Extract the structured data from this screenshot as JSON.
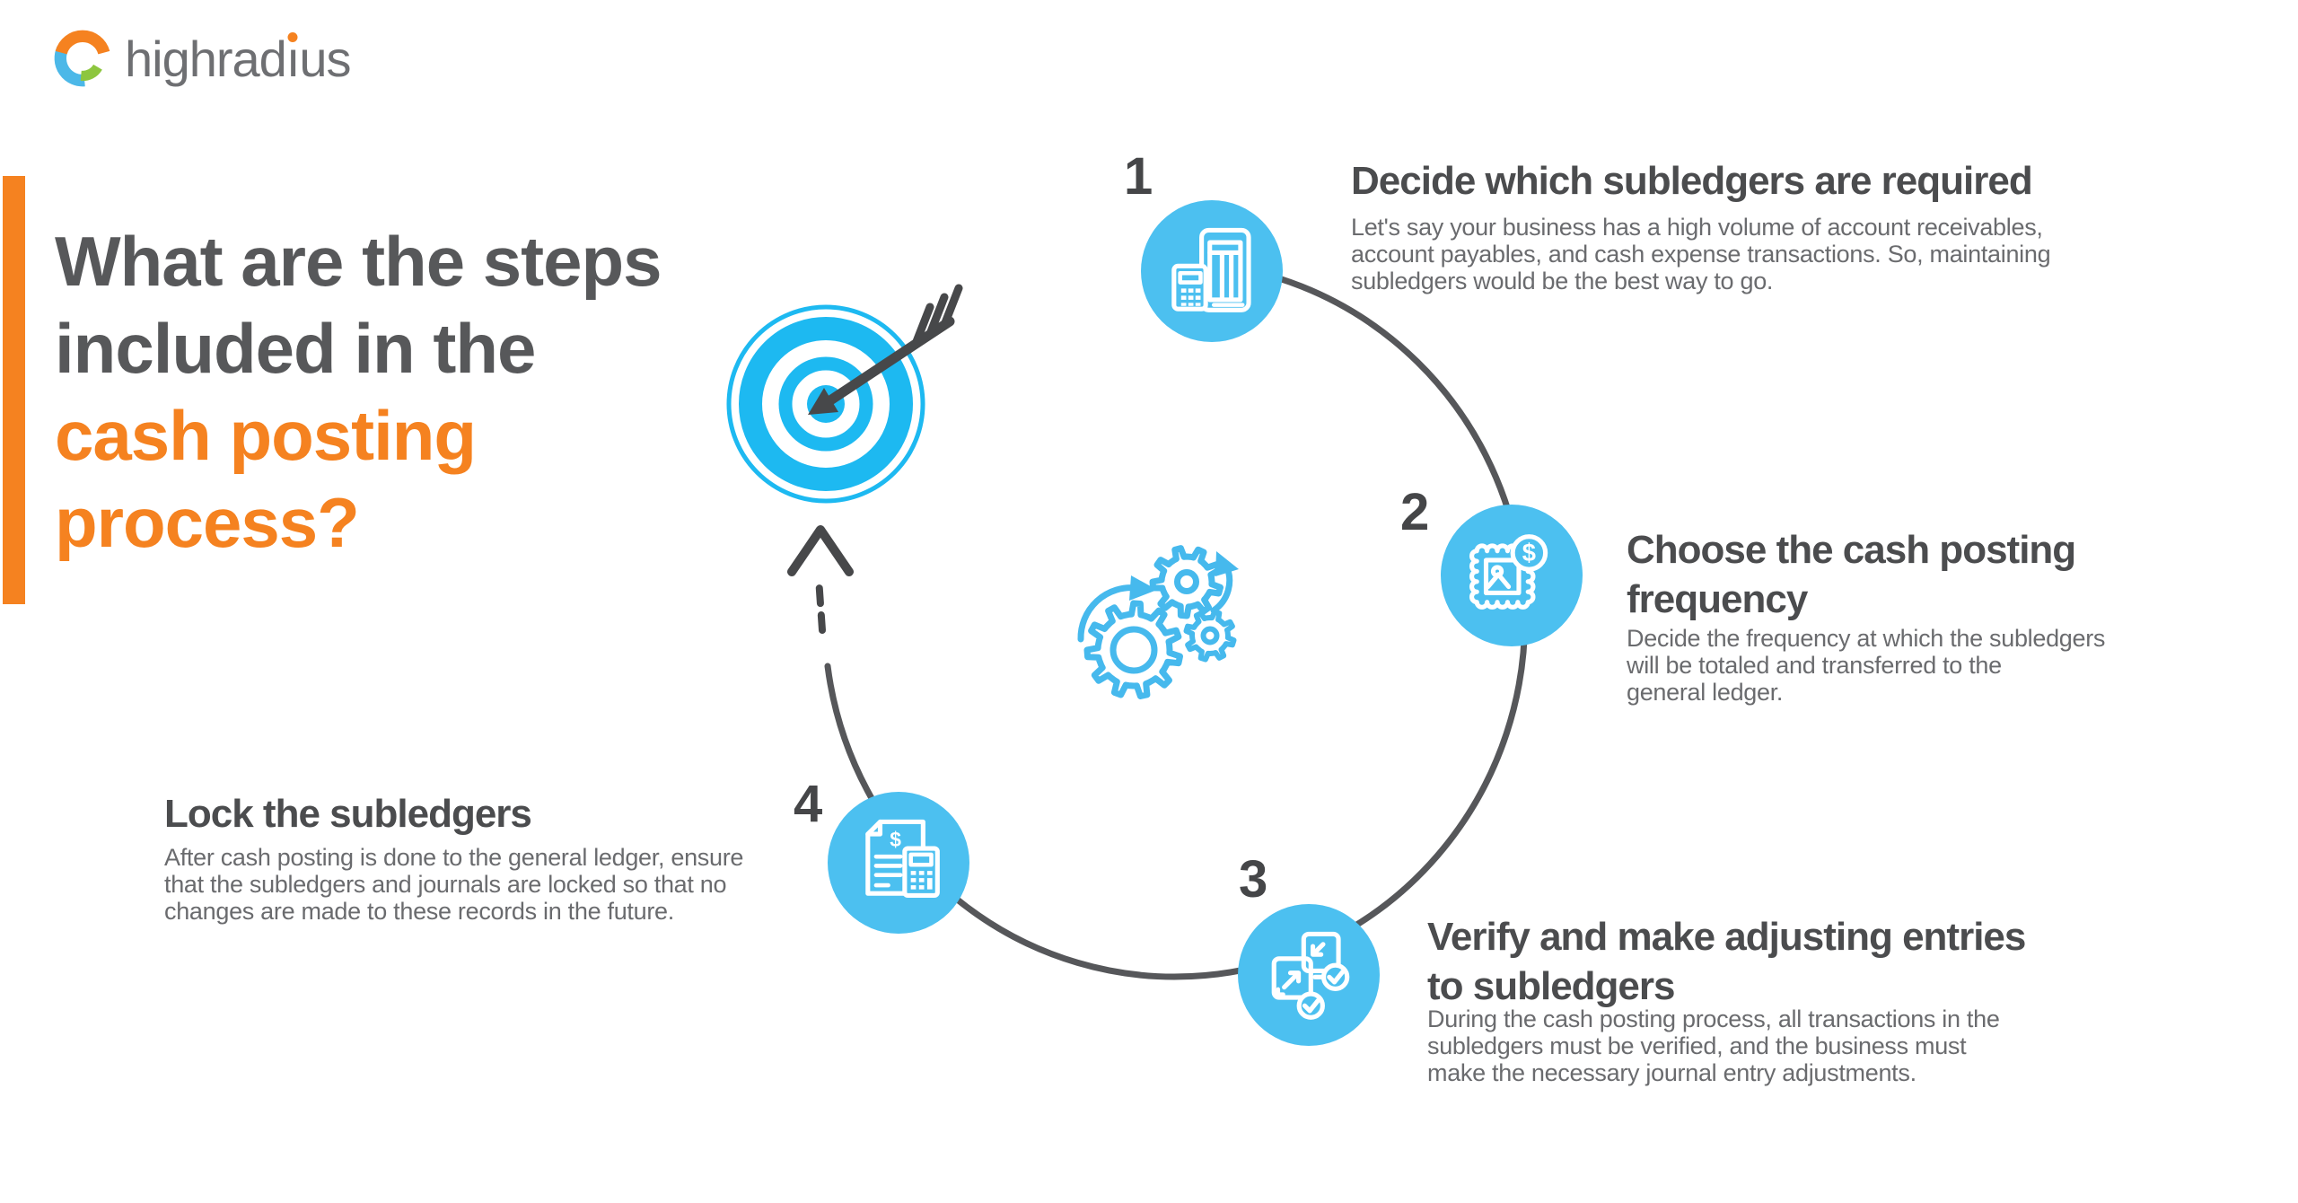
{
  "brand": {
    "logo_text": "highradius",
    "logo_pre": "highrad",
    "logo_i": "ı",
    "logo_post": "us"
  },
  "title": {
    "gray_lines": [
      "What are the steps",
      "included in the"
    ],
    "orange_lines": [
      "cash posting",
      "process?"
    ]
  },
  "steps": [
    {
      "number": "1",
      "title_lines": [
        "Decide which subledgers are required"
      ],
      "body_lines": [
        "Let's say your business has a high volume of account receivables,",
        "account payables, and cash expense transactions. So, maintaining",
        "subledgers would be the best way to go."
      ],
      "icon": "tablet-calculator-icon"
    },
    {
      "number": "2",
      "title_lines": [
        "Choose the cash posting",
        "frequency"
      ],
      "body_lines": [
        "Decide the frequency at which the subledgers",
        "will be totaled and transferred to the",
        "general ledger."
      ],
      "icon": "stamp-dollar-icon"
    },
    {
      "number": "3",
      "title_lines": [
        "Verify and make adjusting entries",
        "to subledgers"
      ],
      "body_lines": [
        "During the cash posting process, all transactions in the",
        "subledgers must be verified, and the business must",
        "make the necessary journal entry adjustments."
      ],
      "icon": "verify-documents-icon"
    },
    {
      "number": "4",
      "title_lines": [
        "Lock the subledgers"
      ],
      "body_lines": [
        "After cash posting is done to the general ledger, ensure",
        "that the subledgers and journals are locked so that no",
        "changes are made to these records in the future."
      ],
      "icon": "invoice-calculator-icon"
    }
  ],
  "glyphs": {
    "dollar": "$"
  },
  "colors": {
    "orange": "#f58220",
    "circle_blue": "#4cc0f0",
    "target_blue": "#1db9f1",
    "gear_blue": "#46b9ed",
    "heading_dark": "#4b4c4e",
    "body_gray": "#6a6b6e",
    "arc_gray": "#56575a",
    "logo_gray": "#6e6f72",
    "logo_green": "#8dc63f",
    "logo_blue": "#4cb8e8"
  }
}
